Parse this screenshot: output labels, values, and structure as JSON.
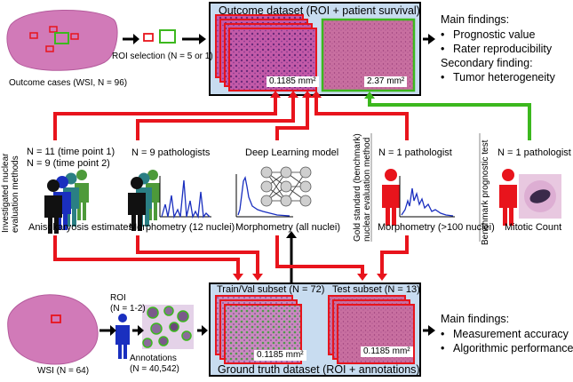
{
  "outcome_dataset": {
    "title": "Outcome dataset (ROI + patient survival)",
    "small_area": "0.1185 mm²",
    "large_area": "2.37 mm²"
  },
  "outcome_cases_label": "Outcome cases (WSI, N = 96)",
  "roi_selection_label": "ROI selection (N = 5 or 1)",
  "main_findings_top": {
    "title": "Main findings:",
    "items": [
      "Prognostic value",
      "Rater reproducibility"
    ],
    "secondary_title": "Secondary finding:",
    "secondary_items": [
      "Tumor heterogeneity"
    ]
  },
  "vertical_labels": {
    "investigated": [
      "Investigated nuclear",
      "evaluation methods"
    ],
    "gold_standard": [
      "Gold standard (benchmark)",
      "nuclear evaluation method"
    ],
    "benchmark": "Benchmark prognostic test"
  },
  "methods": {
    "aniso": {
      "n1": "N = 11 (time point 1)",
      "n2": "N =  9 (time point 2)",
      "caption": "Anisokaryosis estimates"
    },
    "morph12": {
      "n": "N = 9 pathologists",
      "caption": "Morphometry (12 nuclei)"
    },
    "dl": {
      "title": "Deep Learning model",
      "caption": "Morphometry (all nuclei)"
    },
    "gold": {
      "n": "N = 1 pathologist",
      "caption": "Morphometry (>100 nuclei)"
    },
    "mitotic": {
      "n": "N = 1 pathologist",
      "caption": "Mitotic Count"
    }
  },
  "ground_truth": {
    "title": "Ground truth dataset (ROI + annotations)",
    "train_label": "Train/Val subset (N = 72)",
    "test_label": "Test subset (N = 13)",
    "train_area": "0.1185 mm²",
    "test_area": "0.1185 mm²"
  },
  "bottom_left": {
    "roi_label": [
      "ROI",
      "(N = 1-2)"
    ],
    "wsi_label": "WSI (N = 64)",
    "annotations_label": [
      "Annotations",
      "(N = 40,542)"
    ]
  },
  "main_findings_bottom": {
    "title": "Main findings:",
    "items": [
      "Measurement accuracy",
      "Algorithmic performance"
    ]
  },
  "colors": {
    "red": "#e8141c",
    "green": "#3cb81e",
    "blue_bg": "#c8dcf0",
    "tissue": "#d67fc1",
    "person_black": "#111111",
    "person_blue": "#1a2fbf",
    "person_teal": "#2a7f84",
    "person_green": "#4d9a3a",
    "person_red": "#e8141c",
    "graph_blue": "#1a2fbf"
  }
}
